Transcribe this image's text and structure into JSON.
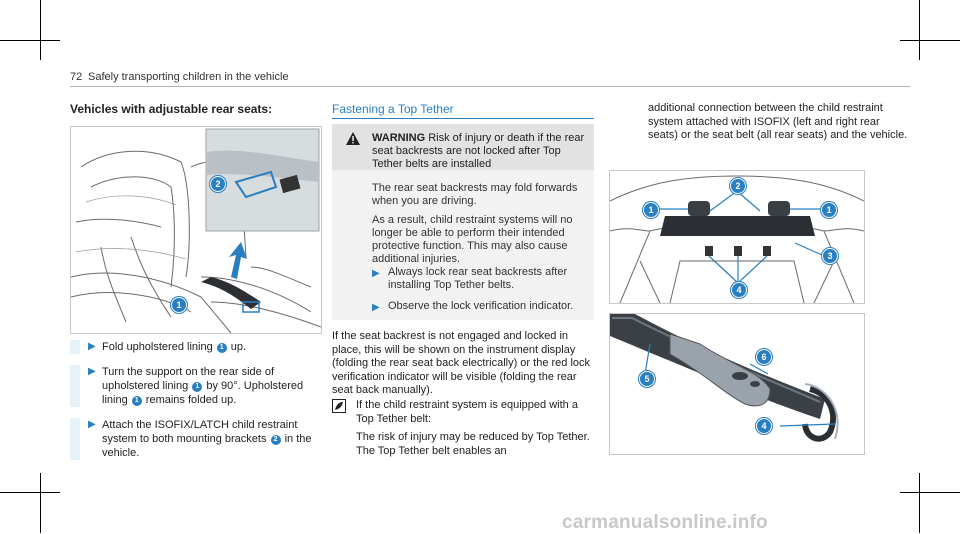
{
  "header": {
    "page_number": "72",
    "section_title": "Safely transporting children in the vehicle"
  },
  "left": {
    "heading": "Vehicles with adjustable rear seats:",
    "figure": {
      "callouts": [
        "1",
        "2"
      ]
    },
    "steps": [
      {
        "parts": [
          "Fold upholstered lining ",
          "1",
          " up."
        ]
      },
      {
        "parts": [
          "Turn the support on the rear side of upholstered lining ",
          "1",
          " by 90°. Upholstered lining ",
          "1",
          " remains folded up."
        ]
      },
      {
        "parts": [
          "Attach the ISOFIX/LATCH child restraint system to both mounting brackets ",
          "2",
          " in the vehicle."
        ]
      }
    ]
  },
  "middle": {
    "heading": "Fastening a Top Tether",
    "warning": {
      "label": "WARNING",
      "title": " Risk of injury or death if the rear seat backrests are not locked after Top Tether belts are installed",
      "body1": "The rear seat backrests may fold forwards when you are driving.",
      "body2": "As a result, child restraint systems will no longer be able to perform their intended protective function. This may also cause additional injuries.",
      "item1": "Always lock rear seat backrests after installing Top Tether belts.",
      "item2": "Observe the lock verification indicator."
    },
    "paragraph": "If the seat backrest is not engaged and locked in place, this will be shown on the instrument display (folding the rear seat back electrically) or the red lock verification indicator will be visible (folding the rear seat back manually).",
    "note_line1": "If the child restraint system is equipped with a Top Tether belt:",
    "note_line2": "The risk of injury may be reduced by Top Tether. The Top Tether belt enables an"
  },
  "right": {
    "text": "additional connection between the child restraint system attached with ISOFIX (left and right rear seats) or the seat belt (all rear seats) and the vehicle.",
    "figure1": {
      "callouts": [
        "1",
        "2",
        "1",
        "3",
        "4"
      ]
    },
    "figure2": {
      "callouts": [
        "6",
        "5",
        "4"
      ]
    }
  },
  "watermark": "carmanualsonline.info",
  "colors": {
    "accent": "#2a7fc0",
    "warning_bg": "#f2f2f2",
    "warning_head_bg": "#e2e2e2"
  }
}
